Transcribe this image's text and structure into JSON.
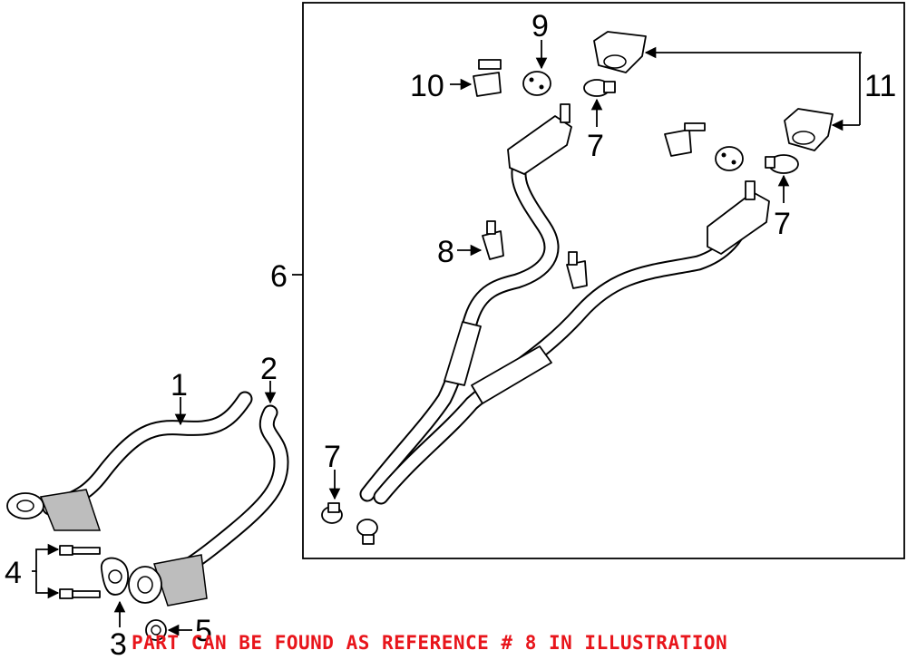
{
  "callouts": {
    "c1": "1",
    "c2": "2",
    "c3": "3",
    "c4": "4",
    "c5": "5",
    "c6": "6",
    "c7a": "7",
    "c7b": "7",
    "c7c": "7",
    "c8": "8",
    "c9": "9",
    "c10": "10",
    "c11": "11"
  },
  "note": "PART CAN BE FOUND AS REFERENCE # 8 IN ILLUSTRATION",
  "colors": {
    "note": "#e8151b",
    "line": "#000000",
    "background": "#ffffff"
  }
}
